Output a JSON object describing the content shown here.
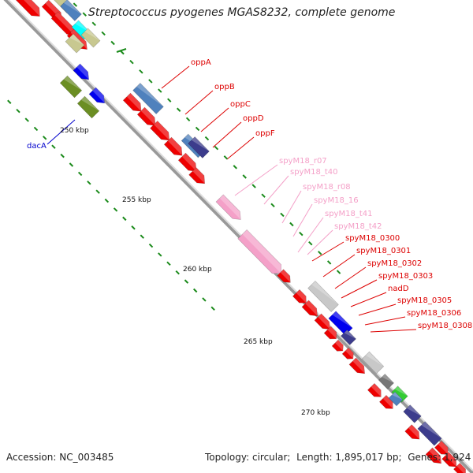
{
  "title": "Streptococcus pyogenes MGAS8232, complete genome",
  "footer": {
    "accession_label": "Accession:",
    "accession": "NC_003485",
    "topology_label": "Topology:",
    "topology": "circular",
    "length_label": "Length:",
    "length": "1,895,017 bp",
    "genes_label": "Genes:",
    "genes": "1,924"
  },
  "ticks": [
    {
      "label": "250 kbp"
    },
    {
      "label": "255 kbp"
    },
    {
      "label": "260 kbp"
    },
    {
      "label": "265 kbp"
    },
    {
      "label": "270 kbp"
    }
  ],
  "gene_labels": [
    {
      "text": "dacA",
      "color": "#0000cc"
    },
    {
      "text": "oppA",
      "color": "#dd0000"
    },
    {
      "text": "oppB",
      "color": "#dd0000"
    },
    {
      "text": "oppC",
      "color": "#dd0000"
    },
    {
      "text": "oppD",
      "color": "#dd0000"
    },
    {
      "text": "oppF",
      "color": "#dd0000"
    },
    {
      "text": "spyM18_r07",
      "color": "#f4a0c8"
    },
    {
      "text": "spyM18_t40",
      "color": "#f4a0c8"
    },
    {
      "text": "spyM18_r08",
      "color": "#f4a0c8"
    },
    {
      "text": "spyM18_16",
      "color": "#f4a0c8"
    },
    {
      "text": "spyM18_t41",
      "color": "#f4a0c8"
    },
    {
      "text": "spyM18_t42",
      "color": "#f4a0c8"
    },
    {
      "text": "spyM18_0300",
      "color": "#dd0000"
    },
    {
      "text": "spyM18_0301",
      "color": "#dd0000"
    },
    {
      "text": "spyM18_0302",
      "color": "#dd0000"
    },
    {
      "text": "spyM18_0303",
      "color": "#dd0000"
    },
    {
      "text": "nadD",
      "color": "#dd0000"
    },
    {
      "text": "spyM18_0305",
      "color": "#dd0000"
    },
    {
      "text": "spyM18_0306",
      "color": "#dd0000"
    },
    {
      "text": "spyM18_0308",
      "color": "#dd0000"
    }
  ],
  "colors": {
    "backbone": "#999999",
    "gene_red": "#ee0000",
    "tick_green": "#1a8a1a",
    "pink": "#f4a0c8",
    "steel_blue": "#4f81bd",
    "navy": "#3c3c8c",
    "olive_green": "#6b8e23",
    "blue": "#0000ee",
    "khaki": "#c8c890",
    "cyan": "#00ffff",
    "silver": "#c8c8c8",
    "gray": "#777777",
    "lime": "#33cc33"
  }
}
